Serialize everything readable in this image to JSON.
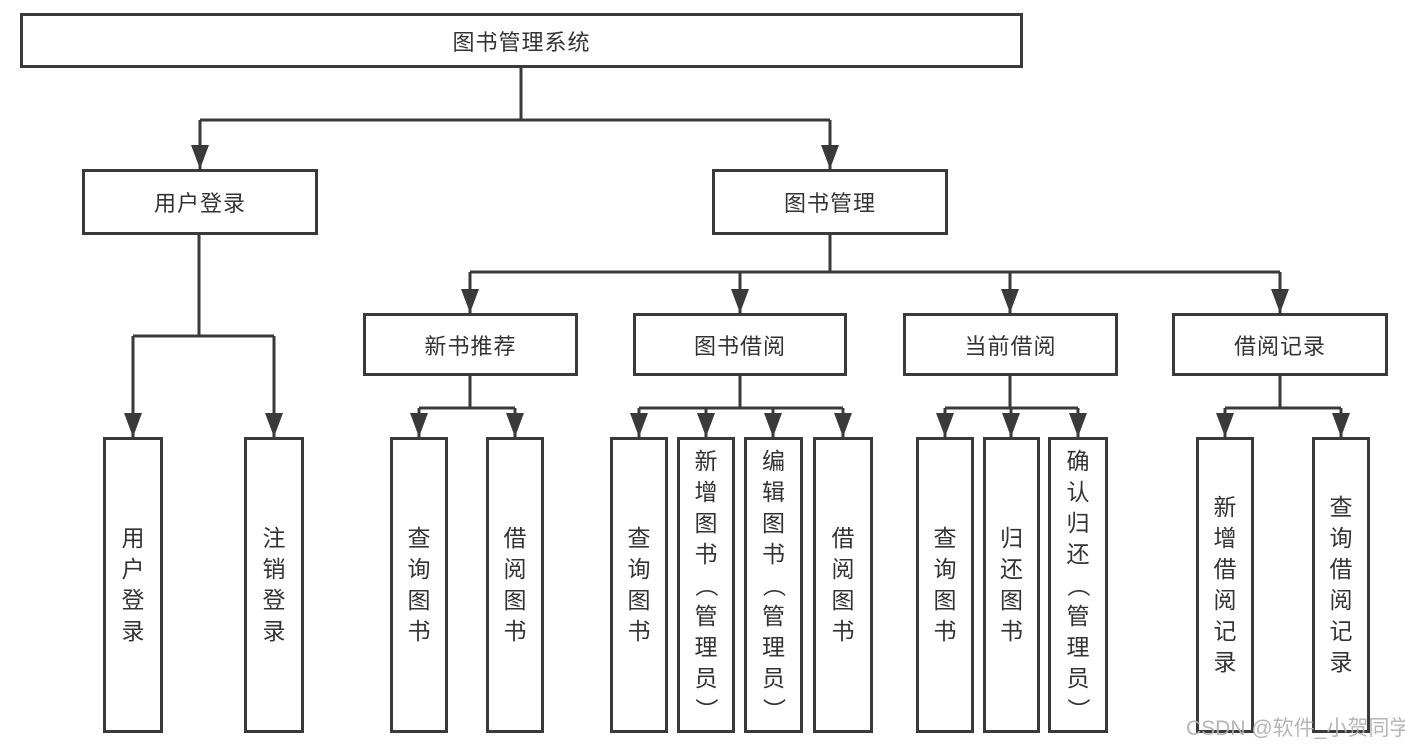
{
  "tree": {
    "root": {
      "label": "图书管理系统"
    },
    "children": [
      {
        "label": "用户登录",
        "children": [
          {
            "label": "用户登录"
          },
          {
            "label": "注销登录"
          }
        ]
      },
      {
        "label": "图书管理",
        "children": [
          {
            "label": "新书推荐",
            "children": [
              {
                "label": "查询图书"
              },
              {
                "label": "借阅图书"
              }
            ]
          },
          {
            "label": "图书借阅",
            "children": [
              {
                "label": "查询图书"
              },
              {
                "label": "新增图书（管理员）"
              },
              {
                "label": "编辑图书（管理员）"
              },
              {
                "label": "借阅图书"
              }
            ]
          },
          {
            "label": "当前借阅",
            "children": [
              {
                "label": "查询图书"
              },
              {
                "label": "归还图书"
              },
              {
                "label": "确认归还（管理员）"
              }
            ]
          },
          {
            "label": "借阅记录",
            "children": [
              {
                "label": "新增借阅记录"
              },
              {
                "label": "查询借阅记录"
              }
            ]
          }
        ]
      }
    ]
  },
  "watermark": {
    "text": "CSDN @软件_小贺同学"
  },
  "colors": {
    "line": "#3a3a3a",
    "border": "#3a3a3a",
    "text": "#333333",
    "watermark": "#b0b0b0",
    "background": "#ffffff"
  }
}
